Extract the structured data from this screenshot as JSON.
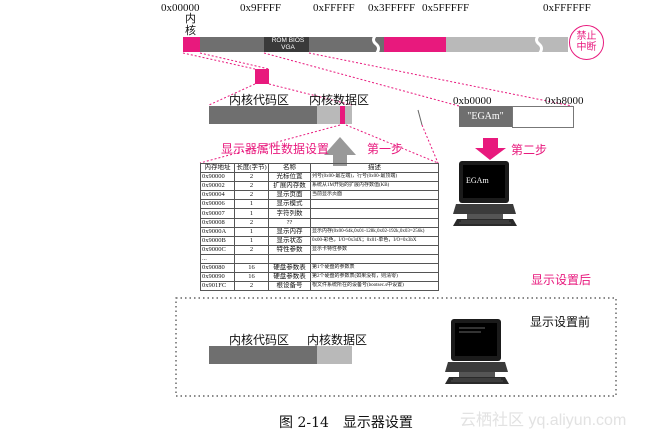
{
  "address_bar": {
    "labels": [
      "0x00000",
      "0x9FFFF",
      "0xFFFFF",
      "0x3FFFFF",
      "0x5FFFFF",
      "0xFFFFFF"
    ],
    "kernel_label": "内核",
    "rom_label_1": "ROM BIOS",
    "rom_label_2": "VGA",
    "forbid_label_1": "禁止",
    "forbid_label_2": "中断"
  },
  "kernel_code_label": "内核代码区",
  "kernel_data_label": "内核数据区",
  "display_param_label": "显示器属性数据设置",
  "step1_label": "第一步",
  "step2_label": "第二步",
  "vga_range": {
    "start": "0xb0000",
    "end": "0xb8000",
    "content": "\"EGAm\""
  },
  "monitor_text": "EGAm",
  "after_label": "显示设置后",
  "before_label": "显示设置前",
  "caption": "图 2-14　显示器设置",
  "watermark": "云栖社区 yq.aliyun.com",
  "table": {
    "headers": [
      "内存地址",
      "长度(字节)",
      "名称",
      "描述"
    ],
    "rows": [
      [
        "0x90000",
        "2",
        "光标位置",
        "列号(0x00-最左端)，行号(0x00-最顶端)"
      ],
      [
        "0x90002",
        "2",
        "扩展内存数",
        "系统从1M开始的扩展内存数值(KB)"
      ],
      [
        "0x90004",
        "2",
        "显示页面",
        "当前显示页面"
      ],
      [
        "0x90006",
        "1",
        "显示模式",
        ""
      ],
      [
        "0x90007",
        "1",
        "字符列数",
        ""
      ],
      [
        "0x90008",
        "2",
        "??",
        ""
      ],
      [
        "0x9000A",
        "1",
        "显示内存",
        "显示内存(0x00-64k,0x01-128k,0x02-192k,0x03=256k)"
      ],
      [
        "0x9000B",
        "1",
        "显示状态",
        "0x00-彩色，I/O=0x3dX；0x01-单色，I/O=0x3bX"
      ],
      [
        "0x9000C",
        "2",
        "特性参数",
        "显示卡特性参数"
      ],
      [
        "...",
        "",
        "",
        ""
      ],
      [
        "0x90080",
        "16",
        "硬盘参数表",
        "第1个硬盘的参数表"
      ],
      [
        "0x90090",
        "16",
        "硬盘参数表",
        "第2个硬盘的参数表(如果没有，则清零)"
      ],
      [
        "0x901FC",
        "2",
        "根设备号",
        "根文件系统所在的设备号(bootsec.s中设置)"
      ]
    ]
  },
  "colors": {
    "pink": "#e8197d",
    "dark": "#6f6f6f",
    "light": "#b9b9b9"
  }
}
